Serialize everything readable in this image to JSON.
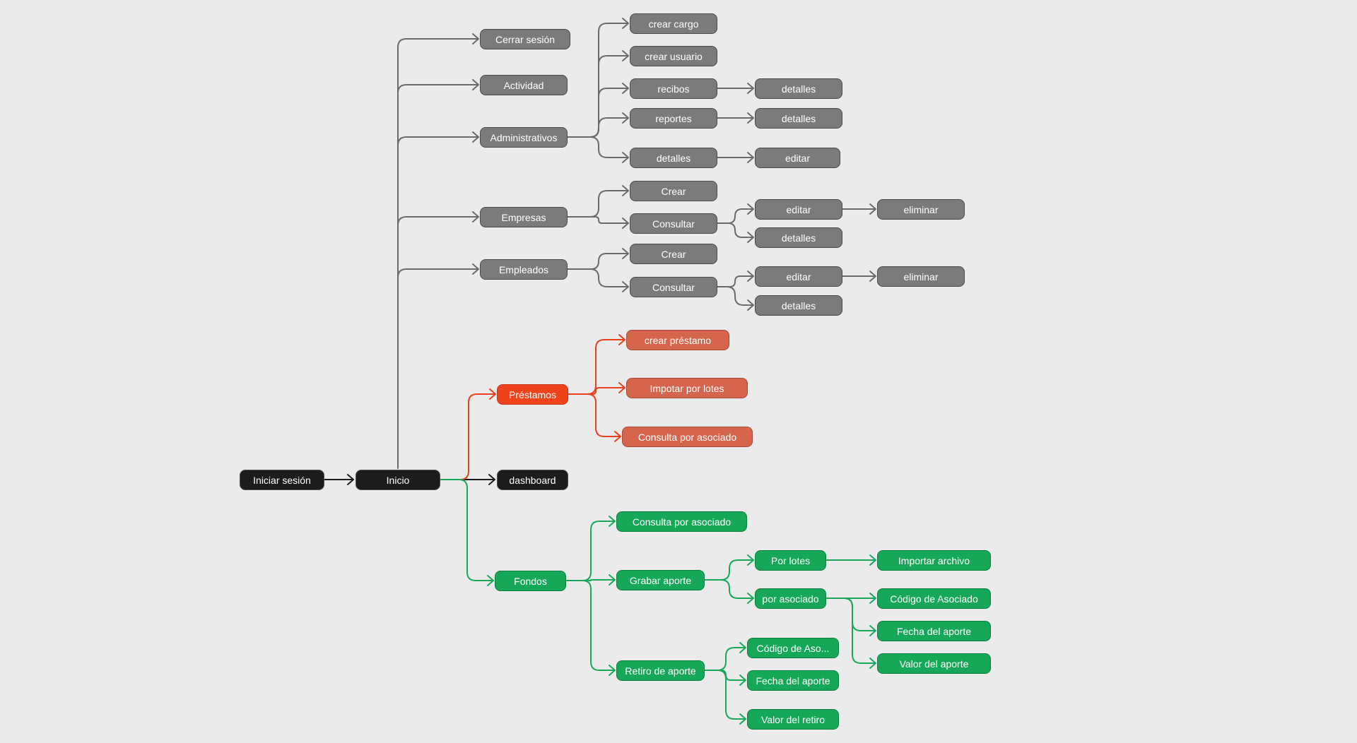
{
  "colors": {
    "background": "#ebebeb",
    "edge_gray": "#6b6b6b",
    "edge_red": "#e8401c",
    "edge_green": "#17a85a",
    "edge_black": "#1a1a1a"
  },
  "nodes": {
    "iniciar_sesion": "Iniciar sesión",
    "inicio": "Inicio",
    "cerrar_sesion": "Cerrar sesión",
    "actividad": "Actividad",
    "administrativos": "Administrativos",
    "empresas": "Empresas",
    "empleados": "Empleados",
    "prestamos": "Préstamos",
    "dashboard": "dashboard",
    "fondos": "Fondos",
    "crear_cargo": "crear cargo",
    "crear_usuario": "crear usuario",
    "recibos": "recibos",
    "reportes": "reportes",
    "admin_detalles": "detalles",
    "recibos_detalles": "detalles",
    "reportes_detalles": "detalles",
    "admin_editar": "editar",
    "empresas_crear": "Crear",
    "empresas_consultar": "Consultar",
    "empresas_editar": "editar",
    "empresas_eliminar": "eliminar",
    "empresas_detalles": "detalles",
    "empleados_crear": "Crear",
    "empleados_consultar": "Consultar",
    "empleados_editar": "editar",
    "empleados_eliminar": "eliminar",
    "empleados_detalles": "detalles",
    "crear_prestamo": "crear préstamo",
    "importar_lotes": "Impotar por lotes",
    "prestamo_consulta_asociado": "Consulta por asociado",
    "fondos_consulta_asociado": "Consulta por asociado",
    "grabar_aporte": "Grabar aporte",
    "retiro_aporte": "Retiro de aporte",
    "por_lotes": "Por lotes",
    "por_asociado": "por asociado",
    "importar_archivo": "Importar archivo",
    "codigo_asociado": "Código de Asociado",
    "fecha_aporte": "Fecha del aporte",
    "valor_aporte": "Valor del aporte",
    "retiro_codigo": "Código de Aso...",
    "retiro_fecha": "Fecha del aporte",
    "valor_retiro": "Valor del retiro"
  }
}
